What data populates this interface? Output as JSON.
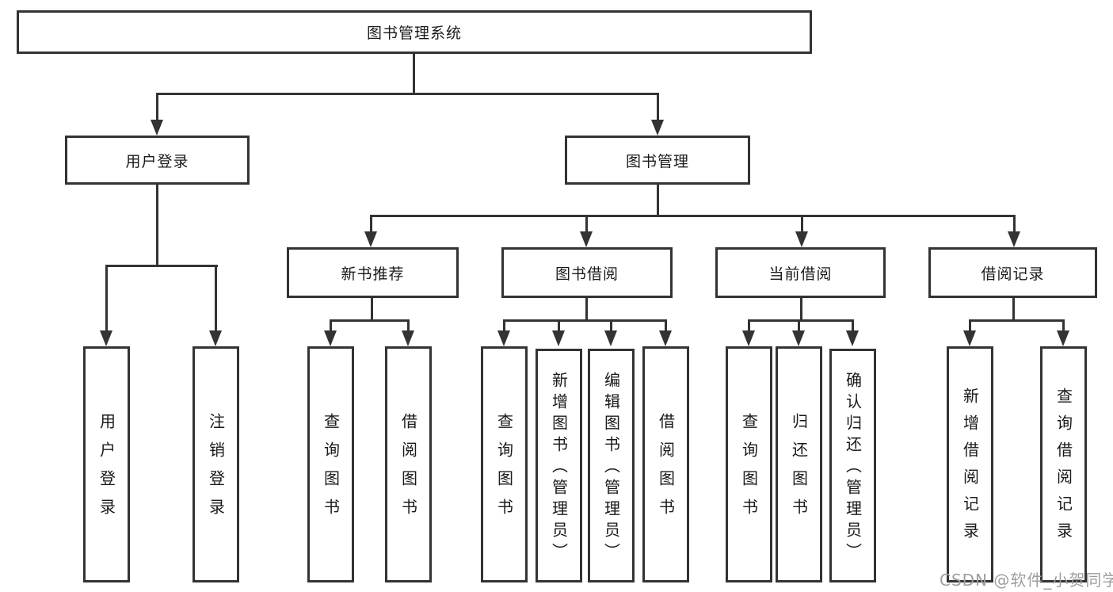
{
  "diagram": {
    "title": "图书管理系统",
    "root": {
      "label": "图书管理系统"
    },
    "level2": [
      {
        "label": "用户登录"
      },
      {
        "label": "图书管理"
      }
    ],
    "level3": [
      {
        "label": "新书推荐",
        "parent": "图书管理"
      },
      {
        "label": "图书借阅",
        "parent": "图书管理"
      },
      {
        "label": "当前借阅",
        "parent": "图书管理"
      },
      {
        "label": "借阅记录",
        "parent": "图书管理"
      }
    ],
    "leaves": [
      {
        "label": "用户登录",
        "parent": "用户登录"
      },
      {
        "label": "注销登录",
        "parent": "用户登录"
      },
      {
        "label": "查询图书",
        "parent": "新书推荐"
      },
      {
        "label": "借阅图书",
        "parent": "新书推荐"
      },
      {
        "label": "查询图书",
        "parent": "图书借阅"
      },
      {
        "label": "新增图书（管理员）",
        "parent": "图书借阅"
      },
      {
        "label": "编辑图书（管理员）",
        "parent": "图书借阅"
      },
      {
        "label": "借阅图书",
        "parent": "图书借阅"
      },
      {
        "label": "查询图书",
        "parent": "当前借阅"
      },
      {
        "label": "归还图书",
        "parent": "当前借阅"
      },
      {
        "label": "确认归还（管理员）",
        "parent": "当前借阅"
      },
      {
        "label": "新增借阅记录",
        "parent": "借阅记录"
      },
      {
        "label": "查询借阅记录",
        "parent": "借阅记录"
      }
    ],
    "colors": {
      "line": "#333333",
      "text": "#1a1a1a",
      "background": "#ffffff",
      "watermark": "#9e9e9e"
    },
    "watermark": {
      "text": "CSDN @软件_小贺同学"
    }
  }
}
